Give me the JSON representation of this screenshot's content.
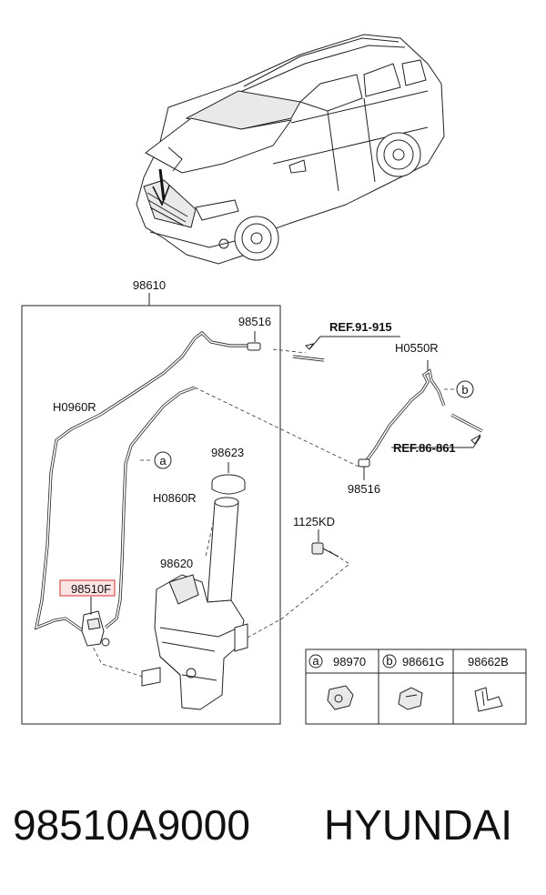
{
  "diagram": {
    "main_part": "98610",
    "labels": {
      "nozzle_clip_top": "98516",
      "ref_top": "REF.91-915",
      "hose_rear": "H0550R",
      "hose_left": "H0960R",
      "hose_mid": "H0860R",
      "cap": "98623",
      "nozzle_clip_bottom": "98516",
      "ref_bottom": "REF.86-861",
      "bolt": "1125KD",
      "reservoir": "98620",
      "pump_highlighted": "98510F"
    },
    "callouts": {
      "a": "a",
      "b": "b"
    },
    "legend": [
      {
        "key": "a",
        "part": "98970"
      },
      {
        "key": "b",
        "part": "98661G"
      },
      {
        "key": "",
        "part": "98662B"
      }
    ],
    "highlight_color": "#d9534f"
  },
  "footer": {
    "part_number": "98510A9000",
    "brand": "HYUNDAI"
  }
}
